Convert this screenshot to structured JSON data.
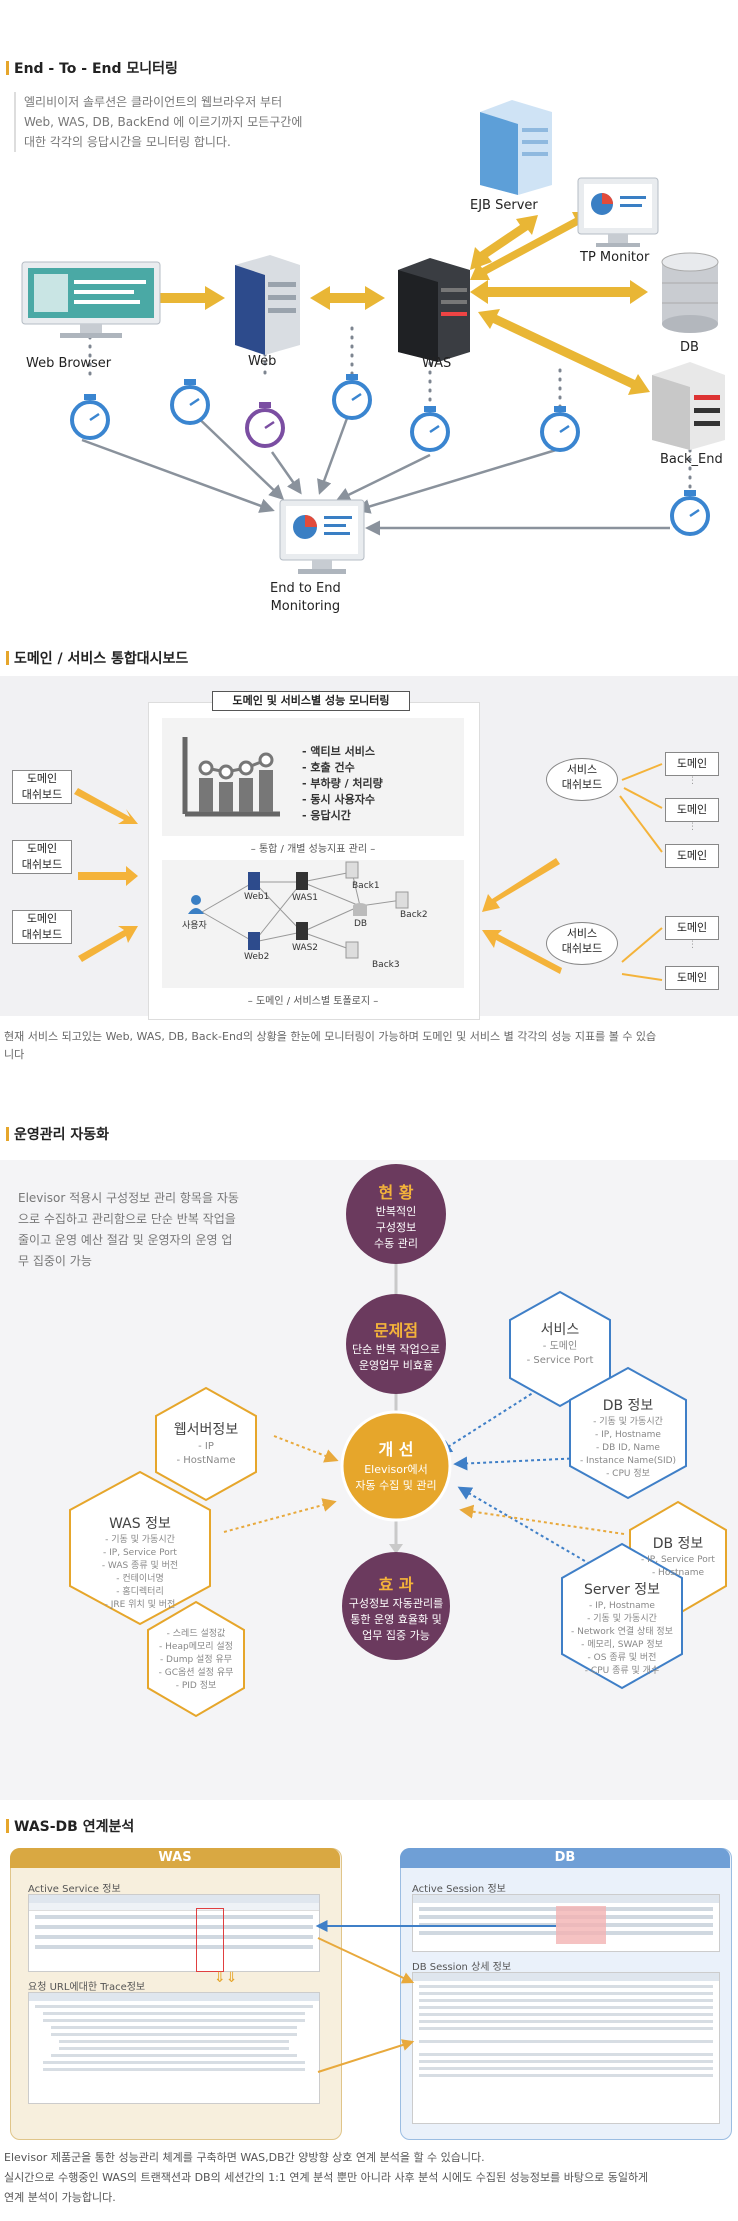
{
  "s1": {
    "title": "End - To - End 모니터링",
    "desc": [
      "엘리비이저 솔루션은 클라이언트의 웹브라우저 부터",
      "Web, WAS, DB, BackEnd 에 이르기까지 모든구간에",
      "대한 각각의 응답시간을 모니터링 합니다."
    ],
    "nodes": {
      "ejb": "EJB Server",
      "tp": "TP Monitor",
      "browser": "Web Browser",
      "web": "Web",
      "was": "WAS",
      "db": "DB",
      "backend": "Back_End",
      "e2e": [
        "End to End",
        "Monitoring"
      ]
    }
  },
  "s2": {
    "title": "도메인 / 서비스 통합대시보드",
    "panel_title": "도메인 및 서비스별 성능 모니터링",
    "metrics": [
      "- 액티브 서비스",
      "- 호출 건수",
      "- 부하량 / 처리량",
      "- 동시 사용자수",
      "- 응답시간"
    ],
    "caption1": "– 통합 / 개별 성능지표 관리 –",
    "caption2": "– 도메인 / 서비스별 토폴로지 –",
    "left_boxes": [
      [
        "도메인",
        "대쉬보드"
      ],
      [
        "도메인",
        "대쉬보드"
      ],
      [
        "도메인",
        "대쉬보드"
      ]
    ],
    "service_ovals": [
      [
        "서비스",
        "대쉬보드"
      ],
      [
        "서비스",
        "대쉬보드"
      ]
    ],
    "right_boxes": [
      "도메인",
      "도메인",
      "도메인",
      "도메인",
      "도메인"
    ],
    "topology": {
      "user": "사용자",
      "web1": "Web1",
      "web2": "Web2",
      "was1": "WAS1",
      "was2": "WAS2",
      "db": "DB",
      "back1": "Back1",
      "back2": "Back2",
      "back3": "Back3"
    },
    "desc": [
      "현재 서비스 되고있는 Web, WAS, DB, Back-End의 상황을 한눈에 모니터링이 가능하며 도메인 및 서비스 별 각각의 성능 지표를 볼 수 있습",
      "니다"
    ]
  },
  "s3": {
    "title": "운영관리 자동화",
    "desc": [
      "Elevisor 적용시 구성정보 관리 항목을 자동",
      "으로 수집하고 관리함으로 단순 반복 작업을",
      "줄이고 운영 예산 절감 및 운영자의 운영 업",
      "무 집중이 가능"
    ],
    "c1": {
      "title": "현 황",
      "lines": [
        "반복적인",
        "구성정보",
        "수동 관리"
      ]
    },
    "c2": {
      "title": "문제점",
      "lines": [
        "단순 반복 작업으로",
        "운영업무 비효율"
      ]
    },
    "c3": {
      "title": "개 선",
      "lines": [
        "Elevisor에서",
        "자동 수집 및 관리"
      ]
    },
    "c4": {
      "title": "효 과",
      "lines": [
        "구성정보 자동관리를",
        "통한 운영 효율화 및",
        "업무 집중 가능"
      ]
    },
    "hex_service": {
      "title": "서비스",
      "lines": [
        "- 도메인",
        "- Service Port"
      ]
    },
    "hex_db1": {
      "title": "DB 정보",
      "lines": [
        "- 기동 및 가동시간",
        "- IP, Hostname",
        "- DB ID, Name",
        "- Instance Name(SID)",
        "- CPU 정보"
      ]
    },
    "hex_web": {
      "title": "웹서버정보",
      "lines": [
        "- IP",
        "- HostName"
      ]
    },
    "hex_was": {
      "title": "WAS 정보",
      "lines": [
        "- 기동 및 가동시간",
        "- IP, Service Port",
        "- WAS 종류 및 버전",
        "- 컨테이너명",
        "- 홈디렉터리",
        "- JRE 위치 및 버전"
      ]
    },
    "hex_was2": {
      "lines": [
        "- 스레드 설정값",
        "- Heap메모리 설정",
        "- Dump 설정 유무",
        "- GC옵션 설정 유무",
        "- PID 정보"
      ]
    },
    "hex_db2": {
      "title": "DB 정보",
      "lines": [
        "- IP, Service Port",
        "- Hostname"
      ]
    },
    "hex_server": {
      "title": "Server 정보",
      "lines": [
        "- IP, Hostname",
        "- 기동 및 가동시간",
        "- Network 연결 상태 정보",
        "- 메모리, SWAP 정보",
        "- OS 종류 및 버전",
        "- CPU 종류 및 개수"
      ]
    }
  },
  "s4": {
    "title": "WAS-DB 연계분석",
    "was_header": "WAS",
    "db_header": "DB",
    "was_active": "Active Service 정보",
    "was_trace": "요청 URL에대한 Trace정보",
    "db_active": "Active Session 정보",
    "db_detail": "DB Session 상세 정보",
    "desc": [
      "Elevisor 제품군을 통한 성능관리 체계를 구축하면 WAS,DB간 양방향 상호 연계 분석을 할 수 있습니다.",
      "실시간으로 수행중인 WAS의 트랜잭션과 DB의 세션간의 1:1 연계 분석 뿐만 아니라 사후 분석 시에도 수집된 성능정보를 바탕으로 동일하게",
      "연계 분석이 가능합니다."
    ]
  },
  "colors": {
    "accent": "#e6a62b",
    "purple": "#6e3b5f",
    "blue": "#3f7fc7",
    "orange": "#e8a93c"
  }
}
